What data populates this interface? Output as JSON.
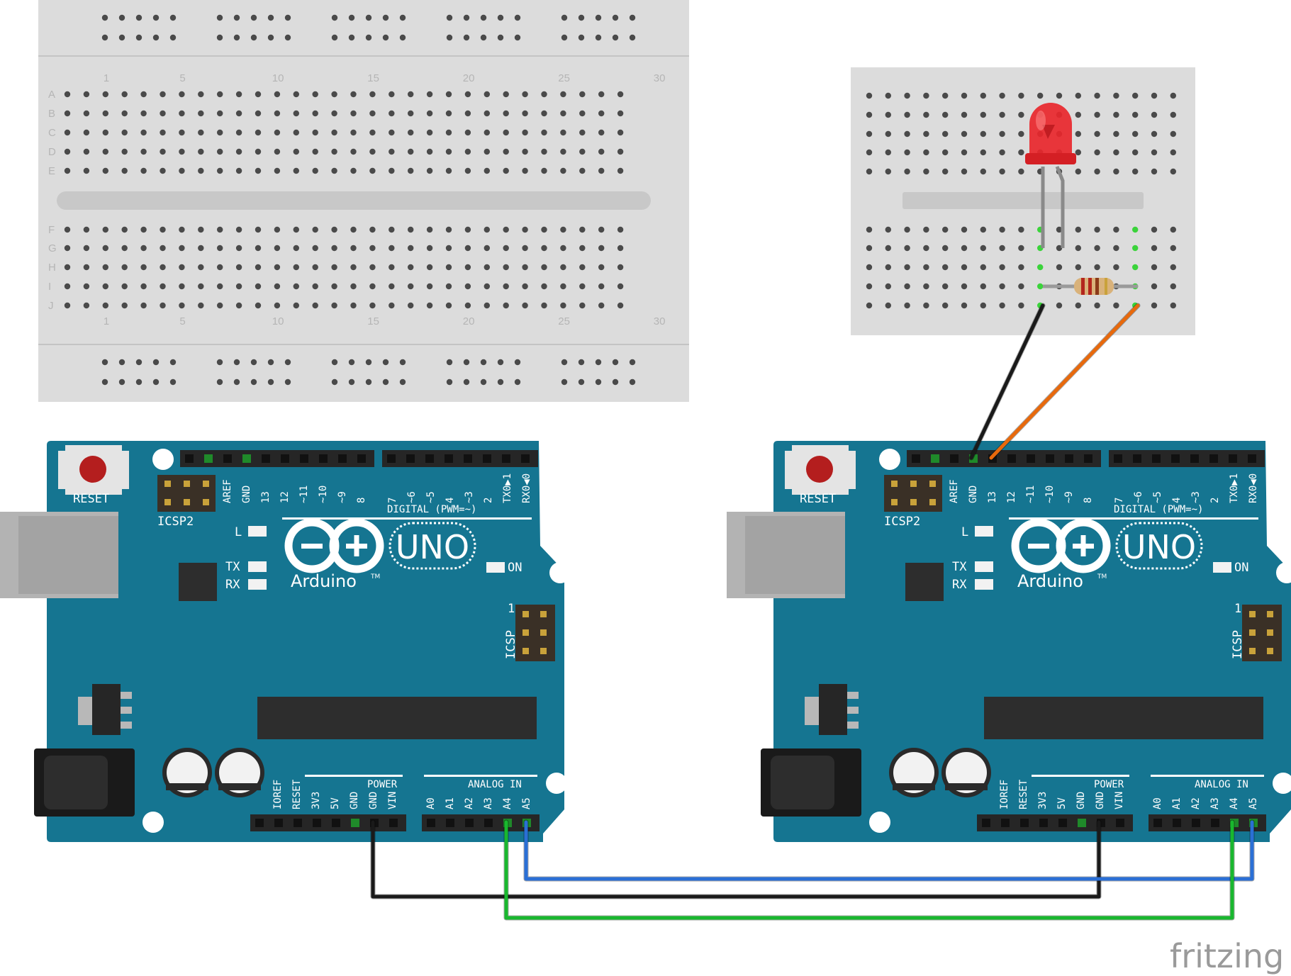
{
  "colors": {
    "board": "#157591",
    "board_dark": "#0f5f77",
    "header": "#262626",
    "breadboard": "#dcdcdc",
    "hole": "#4a4a4a",
    "hole_active": "#3bd33b",
    "wire_black": "#1a1a1a",
    "wire_blue": "#2a6fd6",
    "wire_green": "#19b82e",
    "wire_orange": "#e8690c",
    "led": "#e8262b",
    "reset_button": "#b41e1e"
  },
  "breadboard_large": {
    "column_numbers": [
      "1",
      "5",
      "10",
      "15",
      "20",
      "25",
      "30"
    ],
    "row_letters_top": [
      "A",
      "B",
      "C",
      "D",
      "E"
    ],
    "row_letters_bottom": [
      "F",
      "G",
      "H",
      "I",
      "J"
    ]
  },
  "arduino": {
    "reset_label": "RESET",
    "icsp2_label": "ICSP2",
    "icsp_label": "ICSP",
    "icsp_pin1": "1",
    "digital_pins_left": [
      "AREF",
      "GND",
      "13",
      "12",
      "~11",
      "~10",
      "~9",
      "8"
    ],
    "digital_pins_right": [
      "7",
      "~6",
      "~5",
      "4",
      "~3",
      "2",
      "TX0▶1",
      "RX0◀0"
    ],
    "digital_label": "DIGITAL (PWM=~)",
    "led_l": "L",
    "led_tx": "TX",
    "led_rx": "RX",
    "led_on": "ON",
    "logo_text": "Arduino",
    "trademark": "TM",
    "model": "UNO",
    "power_label": "POWER",
    "power_pins": [
      "IOREF",
      "RESET",
      "3V3",
      "5V",
      "GND",
      "GND",
      "VIN"
    ],
    "analog_label": "ANALOG IN",
    "analog_pins": [
      "A0",
      "A1",
      "A2",
      "A3",
      "A4",
      "A5"
    ]
  },
  "watermark": "fritzing"
}
